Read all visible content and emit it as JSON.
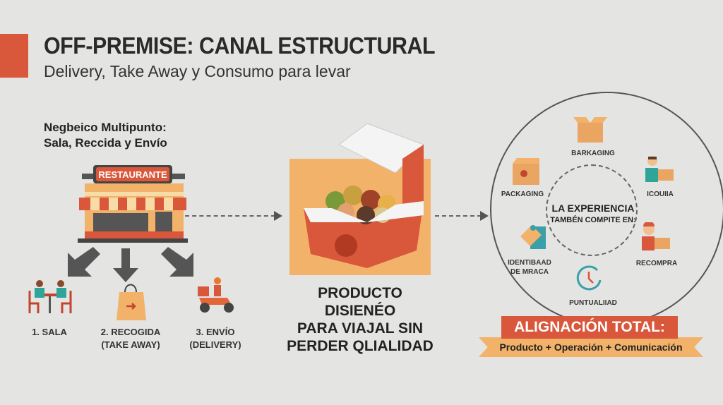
{
  "header": {
    "title": "OFF-PREMISE: CANAL ESTRUCTURAL",
    "subtitle": "Delivery, Take Away y Consumo para levar"
  },
  "left": {
    "heading_line1": "Negbeico Multipunto:",
    "heading_line2": "Sala, Reccida y Envío",
    "sign": "RESTAURANTE",
    "channels": [
      {
        "line1": "1. SALA",
        "line2": ""
      },
      {
        "line1": "2. RECOGIDA",
        "line2": "(TAKE AWAY)"
      },
      {
        "line1": "3. ENVÍO",
        "line2": "(DELIVERY)"
      }
    ]
  },
  "center": {
    "line1": "PRODUCTO",
    "line2": "DISIENÉO",
    "line3": "PARA VIAJAL SIN",
    "line4": "PERDER QLIALIDAD"
  },
  "right": {
    "center_line1": "LA EXPERIENCIA",
    "center_line2": "TAMBÉN COMPITE EN:",
    "items": [
      "BARKAGING",
      "ICOUIIA",
      "RECOMPRA",
      "PUNTUALIIAD",
      "IDENTIBAAD",
      "DE MRACA",
      "PACKAGING"
    ],
    "banner": "ALIGNACIÓN TOTAL:",
    "ribbon": "Producto + Operación + Comunicación"
  },
  "colors": {
    "accent": "#d9573a",
    "orange": "#f2b26a",
    "teal": "#3a9fa8"
  }
}
